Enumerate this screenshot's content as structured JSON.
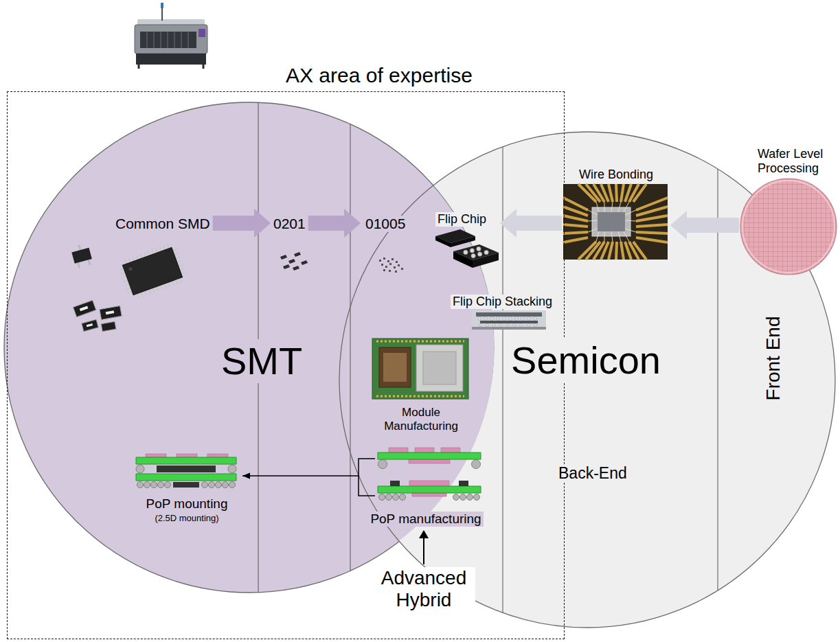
{
  "diagram": {
    "nodes": [
      {
        "text": [
          "AX area of expertise"
        ]
      },
      {
        "text": [
          "SMT"
        ],
        "in": 0
      },
      {
        "text": [
          "Semicon"
        ]
      },
      {
        "text": [
          "Common SMD"
        ],
        "in": 1
      },
      {
        "text": [
          "0201"
        ],
        "in": 1
      },
      {
        "text": [
          "01005"
        ],
        "in": 1
      },
      {
        "text": [
          "Flip Chip"
        ],
        "in": 2
      },
      {
        "text": [
          "Wire Bonding"
        ],
        "in": 2
      },
      {
        "text": [
          "Wafer Level Processing"
        ]
      },
      {
        "text": [
          "Flip Chip Stacking"
        ],
        "in": 2
      },
      {
        "text": [
          "Module Manufacturing"
        ],
        "in": 1
      },
      {
        "text": [
          "PoP manufacturing"
        ],
        "in": 0
      },
      {
        "text": [
          "PoP mounting",
          "(2.5D mounting)"
        ],
        "in": 1
      }
    ],
    "edges": [
      {
        "from": 3,
        "to": 4,
        "arrow": "to"
      },
      {
        "from": 4,
        "to": 5,
        "arrow": "to"
      },
      {
        "from": 7,
        "to": 6,
        "arrow": "to"
      },
      {
        "from": 8,
        "to": 7,
        "arrow": "to"
      },
      {
        "from": 11,
        "to": 12,
        "arrow": "to"
      }
    ],
    "labels": [
      "Back-End",
      "Front End",
      "Advanced Hybrid"
    ]
  }
}
